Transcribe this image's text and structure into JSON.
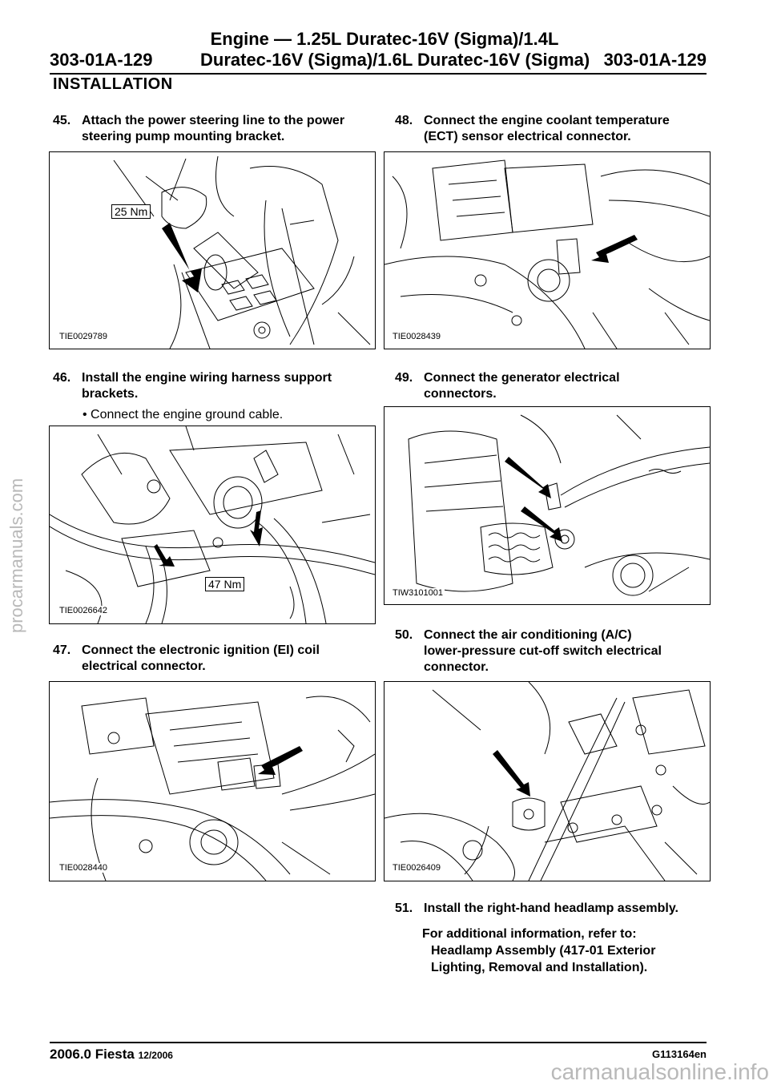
{
  "header": {
    "title_line1": "Engine — 1.25L Duratec-16V (Sigma)/1.4L",
    "page_code_left": "303-01A-129",
    "title_line2": "Duratec-16V (Sigma)/1.6L Duratec-16V (Sigma)",
    "page_code_right": "303-01A-129"
  },
  "section_title": "INSTALLATION",
  "steps": {
    "s45": {
      "num": "45.",
      "line1": "Attach the power steering line to the power",
      "line2": "steering pump mounting bracket."
    },
    "s46": {
      "num": "46.",
      "line1": "Install the engine wiring harness support",
      "line2": "brackets.",
      "bullet": "Connect the engine ground cable."
    },
    "s47": {
      "num": "47.",
      "line1": "Connect the electronic ignition (EI) coil",
      "line2": "electrical connector."
    },
    "s48": {
      "num": "48.",
      "line1": "Connect the engine coolant temperature",
      "line2": "(ECT) sensor electrical connector."
    },
    "s49": {
      "num": "49.",
      "line1": "Connect the generator electrical",
      "line2": "connectors."
    },
    "s50": {
      "num": "50.",
      "line1": "Connect the air conditioning (A/C)",
      "line2": "lower-pressure cut-off switch electrical",
      "line3": "connector."
    },
    "s51": {
      "num": "51.",
      "line1": "Install the right-hand headlamp assembly.",
      "ref_intro": "For additional information, refer to:",
      "ref_line1": "Headlamp Assembly (417-01 Exterior",
      "ref_line2": "Lighting, Removal and Installation)."
    }
  },
  "figures": {
    "fig45": {
      "id": "TIE0029789",
      "torque": "25 Nm"
    },
    "fig46": {
      "id": "TIE0026642",
      "torque": "47 Nm"
    },
    "fig47": {
      "id": "TIE0028440"
    },
    "fig48": {
      "id": "TIE0028439"
    },
    "fig49": {
      "id": "TIW3101001"
    },
    "fig50": {
      "id": "TIE0026409"
    }
  },
  "footer": {
    "model": "2006.0 Fiesta",
    "date": "12/2006",
    "code": "G113164en"
  },
  "watermarks": {
    "side": "procarmanuals.com",
    "bottom": "carmanualsonline.info"
  }
}
